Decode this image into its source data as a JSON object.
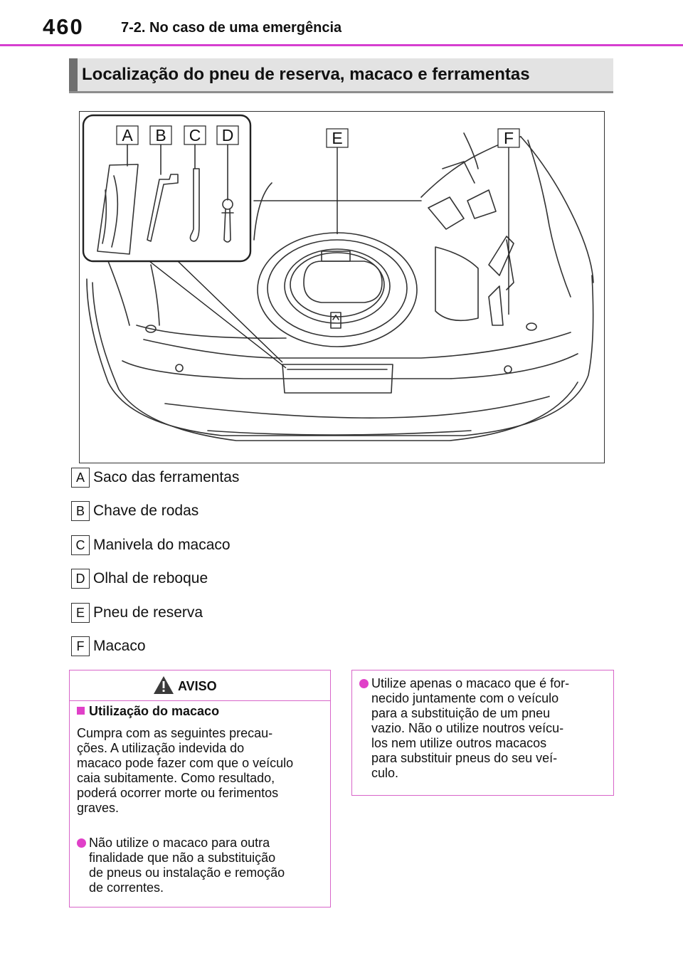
{
  "header": {
    "page_number": "460",
    "chapter": "7-2. No caso de uma emergência"
  },
  "section": {
    "title": "Localização do pneu de reserva, macaco e ferramentas"
  },
  "figure": {
    "callouts": [
      "A",
      "B",
      "C",
      "D",
      "E",
      "F"
    ]
  },
  "legend": [
    {
      "letter": "A",
      "text": "Saco das ferramentas"
    },
    {
      "letter": "B",
      "text": "Chave de rodas"
    },
    {
      "letter": "C",
      "text": "Manivela do macaco"
    },
    {
      "letter": "D",
      "text": "Olhal de reboque"
    },
    {
      "letter": "E",
      "text": "Pneu de reserva"
    },
    {
      "letter": "F",
      "text": "Macaco"
    }
  ],
  "warning": {
    "title": "AVISO",
    "subheading": "Utilização do macaco",
    "paragraph_lines": [
      "Cumpra com as seguintes precau-",
      "ções. A utilização indevida do",
      "macaco pode fazer com que o veículo",
      "caia subitamente. Como resultado,",
      "poderá ocorrer morte ou ferimentos",
      "graves."
    ],
    "bullet_lines": [
      "Não utilize o macaco para outra",
      "finalidade que não a substituição",
      "de pneus ou instalação e remoção",
      "de correntes."
    ]
  },
  "note": {
    "bullet_lines": [
      "Utilize apenas o macaco que é for-",
      "necido juntamente com o veículo",
      "para a substituição de um pneu",
      "vazio. Não o utilize noutros veícu-",
      "los nem utilize outros macacos",
      "para substituir pneus do seu veí-",
      "culo."
    ]
  },
  "colors": {
    "accent_magenta": "#d63fd0",
    "section_bar": "#e3e3e3",
    "box_border": "#d865c9"
  }
}
